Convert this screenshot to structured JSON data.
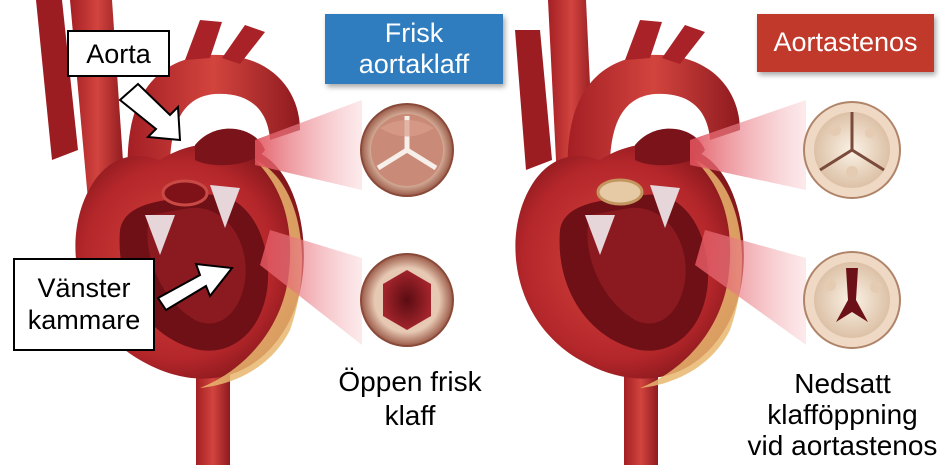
{
  "labels": {
    "aorta": "Aorta",
    "left_ventricle": [
      "Vänster",
      "kammare"
    ]
  },
  "titles": {
    "healthy": [
      "Frisk",
      "aortaklaff"
    ],
    "stenosis": "Aortastenos"
  },
  "captions": {
    "open_healthy": [
      "Öppen frisk",
      "klaff"
    ],
    "reduced": [
      "Nedsatt",
      "klafföppning",
      "vid aortastenos"
    ]
  },
  "colors": {
    "healthy_title_bg": "#2f7dbf",
    "stenosis_title_bg": "#c0392b",
    "heart_red": "#b3262a",
    "heart_dark": "#6e1016",
    "fat_yellow": "#e9b66e",
    "beam_pink": "#f2a0a8"
  },
  "icons": {
    "arrow_aorta": "arrow-icon",
    "arrow_ventricle": "arrow-icon"
  }
}
